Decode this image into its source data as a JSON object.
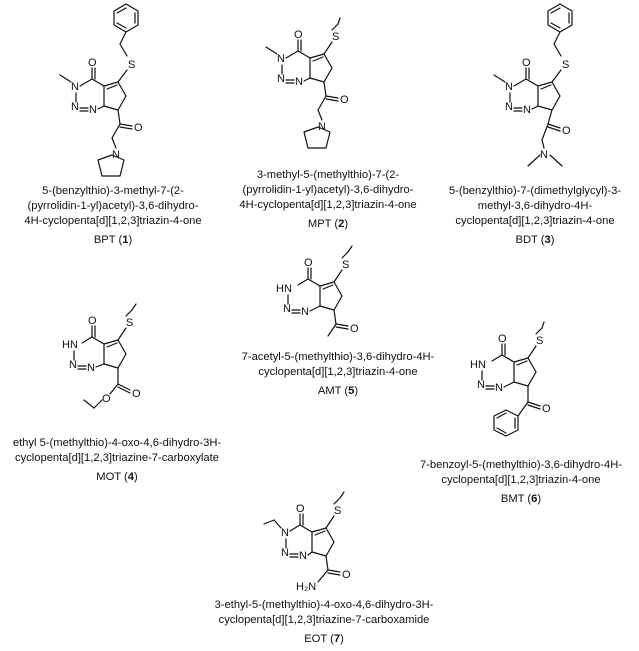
{
  "compounds": [
    {
      "id": "BPT",
      "name_lines": [
        "5-(benzylthio)-3-methyl-7-(2-",
        "(pyrrolidin-1-yl)acetyl)-3,6-dihydro-",
        "4H-cyclopenta[d][1,2,3]triazin-4-one"
      ],
      "code": "BPT",
      "number": "1"
    },
    {
      "id": "MPT",
      "name_lines": [
        "3-methyl-5-(methylthio)-7-(2-",
        "(pyrrolidin-1-yl)acetyl)-3,6-dihydro-",
        "4H-cyclopenta[d][1,2,3]triazin-4-one"
      ],
      "code": "MPT",
      "number": "2"
    },
    {
      "id": "BDT",
      "name_lines": [
        "5-(benzylthio)-7-(dimethylglycyl)-3-",
        "methyl-3,6-dihydro-4H-",
        "cyclopenta[d][1,2,3]triazin-4-one"
      ],
      "code": "BDT",
      "number": "3"
    },
    {
      "id": "MOT",
      "name_lines": [
        "ethyl 5-(methylthio)-4-oxo-4,6-dihydro-3H-",
        "cyclopenta[d][1,2,3]triazine-7-carboxylate"
      ],
      "code": "MOT",
      "number": "4"
    },
    {
      "id": "AMT",
      "name_lines": [
        "7-acetyl-5-(methylthio)-3,6-dihydro-4H-",
        "cyclopenta[d][1,2,3]triazin-4-one"
      ],
      "code": "AMT",
      "number": "5"
    },
    {
      "id": "BMT",
      "name_lines": [
        "7-benzoyl-5-(methylthio)-3,6-dihydro-4H-",
        "cyclopenta[d][1,2,3]triazin-4-one"
      ],
      "code": "BMT",
      "number": "6"
    },
    {
      "id": "EOT",
      "name_lines": [
        "3-ethyl-5-(methylthio)-4-oxo-4,6-dihydro-3H-",
        "cyclopenta[d][1,2,3]triazine-7-carboxamide"
      ],
      "code": "EOT",
      "number": "7"
    }
  ],
  "atom_labels": {
    "O": "O",
    "S": "S",
    "N": "N",
    "HN": "HN",
    "H2N": "H₂N"
  }
}
